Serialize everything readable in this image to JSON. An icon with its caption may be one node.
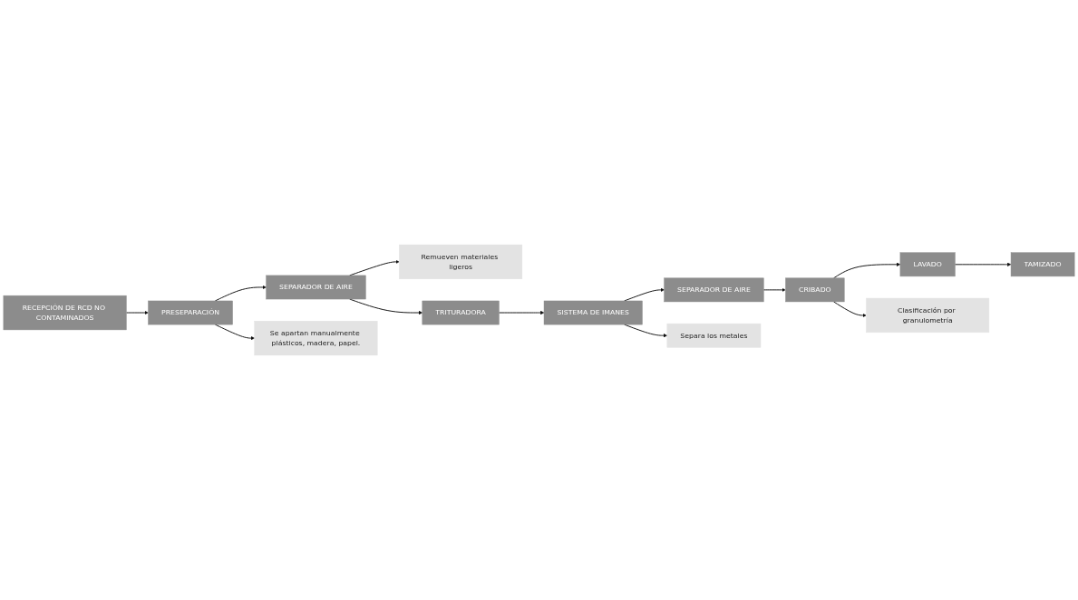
{
  "diagram": {
    "nodes": [
      {
        "text": [
          "RECEPCIÓN DE RCD NO CONTAMINADOS"
        ]
      },
      {
        "text": [
          "PRESEPARACIÓN"
        ]
      },
      {
        "text": [
          "SEPARADOR DE AIRE"
        ]
      },
      {
        "text": [
          "Se apartan manualmente plásticos, madera, papel."
        ]
      },
      {
        "text": [
          "Remueven materiales ligeros"
        ]
      },
      {
        "text": [
          "SEPARADOR DE AIRE"
        ]
      },
      {
        "text": [
          "SISTEMA DE IMANES"
        ]
      },
      {
        "text": [
          "TRITURADORA"
        ]
      },
      {
        "text": [
          "Separa los metales"
        ]
      },
      {
        "text": [
          "CRIBADO"
        ]
      },
      {
        "text": [
          "LAVADO"
        ]
      },
      {
        "text": [
          "TAMIZADO"
        ]
      },
      {
        "text": [
          "Clasificación por granulometría"
        ]
      }
    ],
    "edges": [
      {
        "from": 0,
        "to": 1,
        "arrow": "to"
      },
      {
        "from": 1,
        "to": 2,
        "arrow": "to"
      },
      {
        "from": 1,
        "to": 3,
        "arrow": "to"
      },
      {
        "from": 2,
        "to": 4,
        "arrow": "to"
      },
      {
        "from": 2,
        "to": 7,
        "arrow": "to"
      },
      {
        "from": 7,
        "to": 6,
        "arrow": "to"
      },
      {
        "from": 6,
        "to": 5,
        "arrow": "to"
      },
      {
        "from": 6,
        "to": 8,
        "arrow": "to"
      },
      {
        "from": 5,
        "to": 9,
        "arrow": "to"
      },
      {
        "from": 9,
        "to": 10,
        "arrow": "to"
      },
      {
        "from": 10,
        "to": 11,
        "arrow": "to"
      },
      {
        "from": 9,
        "to": 12,
        "arrow": "to"
      }
    ]
  }
}
